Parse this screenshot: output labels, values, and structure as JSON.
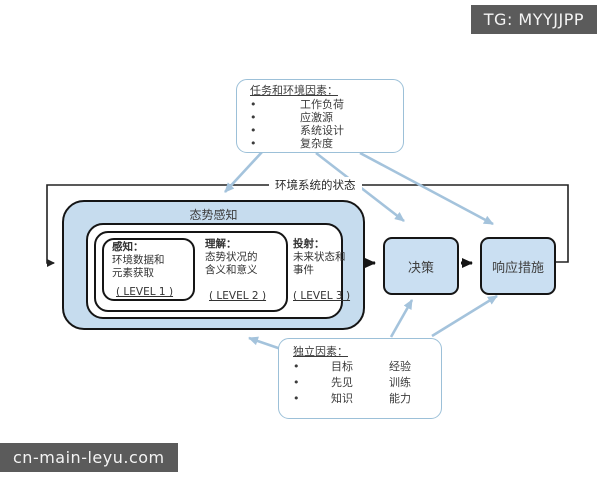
{
  "watermarks": {
    "top_right": "TG: MYYJJPP",
    "bottom_left": "cn-main-leyu.com"
  },
  "diagram": {
    "bullet": "•",
    "task_env_box": {
      "title": "任务和环境因素：",
      "items": [
        "工作负荷",
        "应激源",
        "系统设计",
        "复杂度"
      ]
    },
    "env_state_label": "环境系统的状态",
    "sa_box": {
      "title": "态势感知",
      "levels": [
        {
          "heading": "感知：",
          "line1": "环境数据和",
          "line2": "元素获取",
          "tag": "( LEVEL 1 )"
        },
        {
          "heading": "理解：",
          "line1": "态势状况的",
          "line2": "含义和意义",
          "tag": "( LEVEL 2 )"
        },
        {
          "heading": "投射：",
          "line1": "未来状态和",
          "line2": "事件",
          "tag": "( LEVEL 3 )"
        }
      ]
    },
    "decision_label": "决策",
    "response_label": "响应措施",
    "individual_box": {
      "title": "独立因素：",
      "rows": [
        {
          "col1": "目标",
          "col2": "经验"
        },
        {
          "col1": "先见",
          "col2": "训练"
        },
        {
          "col1": "知识",
          "col2": "能力"
        }
      ]
    },
    "colors": {
      "sa_fill_blue": "#c6dcee",
      "action_fill_blue": "#cadff2",
      "dark_border": "#151515",
      "factor_border_blue": "#9cc0d8",
      "arrow_blue": "#a4c3dc",
      "arrow_black": "#151515",
      "badge_bg": "#5b5b5b"
    }
  }
}
